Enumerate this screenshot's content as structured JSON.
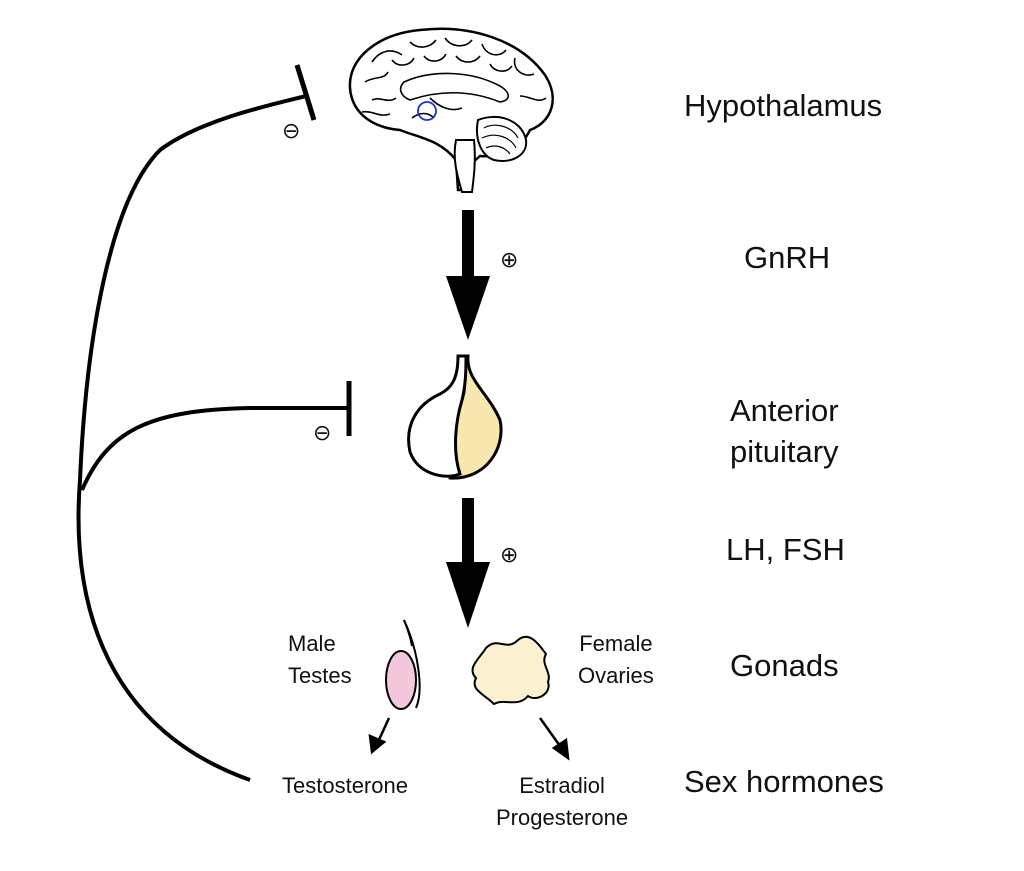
{
  "levels": {
    "hypothalamus": "Hypothalamus",
    "gnrh": "GnRH",
    "anterior_pituitary": [
      "Anterior",
      "pituitary"
    ],
    "lh_fsh": "LH, FSH",
    "gonads": "Gonads",
    "sex_hormones": "Sex hormones"
  },
  "gonads": {
    "male": [
      "Male",
      "Testes"
    ],
    "female": [
      "Female",
      "Ovaries"
    ]
  },
  "hormones": {
    "male": "Testosterone",
    "female": [
      "Estradiol",
      "Progesterone"
    ]
  },
  "signs": {
    "stimulate": "⊕",
    "inhibit": "⊖"
  },
  "colors": {
    "pituitary_posterior": "#f8e8b0",
    "testis": "#f4c8dc",
    "ovary": "#fbf1d0",
    "hypothalamus_marker": "#1a33cc",
    "line": "#000000"
  }
}
